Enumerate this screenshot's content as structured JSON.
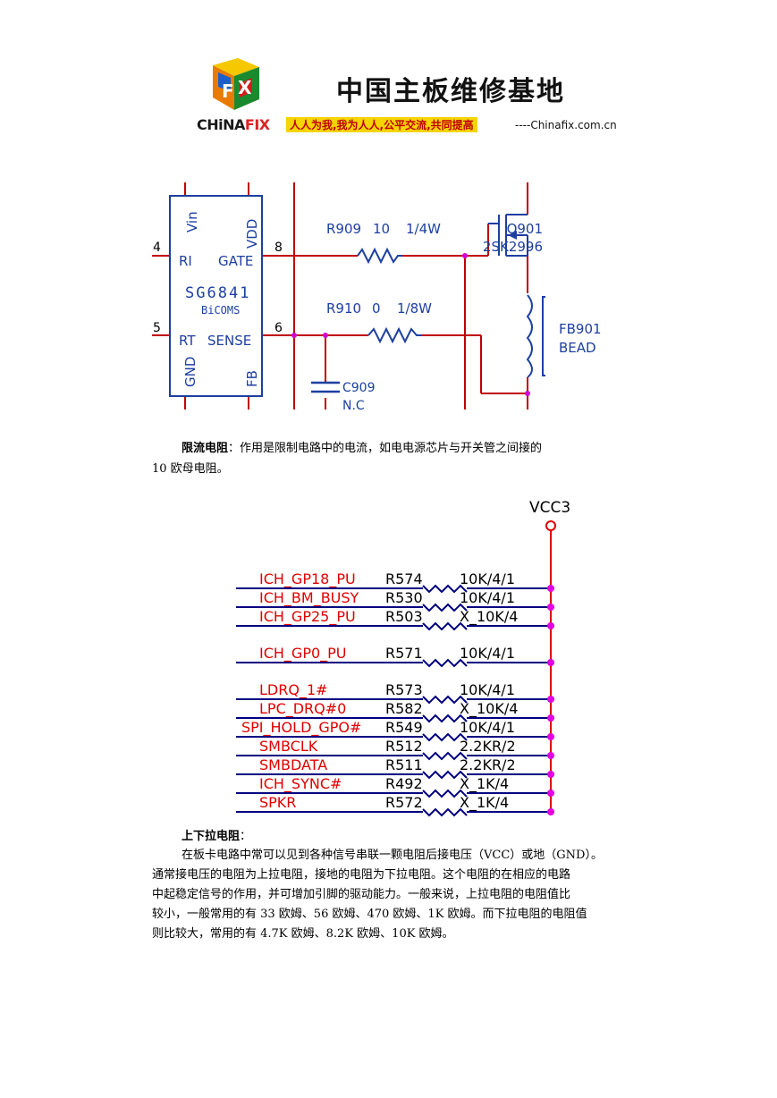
{
  "header": {
    "logo_icon": "chinafix-cube-logo-icon",
    "title": "中国主板维修基地",
    "brand": "CHiNAFIX",
    "brand_a": "CHiNA",
    "brand_b": "FIX",
    "slogan": "人人为我,我为人人,公平交流,共同提高",
    "site": "----Chinafix.com.cn"
  },
  "schematic1": {
    "ic_part": "SG6841",
    "ic_sub": "BiCOMS",
    "pins": {
      "vin": "Vin",
      "vdd": "VDD",
      "ri": "RI",
      "gate": "GATE",
      "rt": "RT",
      "sense": "SENSE",
      "gnd": "GND",
      "fb": "FB"
    },
    "pin_numbers": {
      "p4": "4",
      "p5": "5",
      "p8": "8",
      "p6": "6"
    },
    "r909": {
      "ref": "R909",
      "value": "10",
      "power": "1/4W"
    },
    "r910": {
      "ref": "R910",
      "value": "0",
      "power": "1/8W"
    },
    "c909": {
      "ref": "C909",
      "value": "N.C"
    },
    "q901": {
      "ref": "Q901",
      "part": "2SK2996"
    },
    "fb901": {
      "ref": "FB901",
      "part": "BEAD"
    },
    "colors": {
      "wire": "#c00000",
      "part": "#1e3fa0",
      "junction": "#d000d0"
    }
  },
  "para1": {
    "term": "限流电阻",
    "body": "：作用是限制电路中的电流，如电电源芯片与开关管之间接的",
    "cont": "10 欧母电阻。"
  },
  "schematic2": {
    "rail": "VCC3",
    "rows": [
      {
        "net": "ICH_GP18_PU",
        "ref": "R574",
        "value": "10K/4/1"
      },
      {
        "net": "ICH_BM_BUSY",
        "ref": "R530",
        "value": "10K/4/1"
      },
      {
        "net": "ICH_GP25_PU",
        "ref": "R503",
        "value": "X_10K/4"
      },
      {
        "net": "ICH_GP0_PU",
        "ref": "R571",
        "value": "10K/4/1"
      },
      {
        "net": "LDRQ_1#",
        "ref": "R573",
        "value": "10K/4/1"
      },
      {
        "net": "LPC_DRQ#0",
        "ref": "R582",
        "value": "X_10K/4"
      },
      {
        "net": "SPI_HOLD_GPO#",
        "ref": "R549",
        "value": "10K/4/1"
      },
      {
        "net": "SMBCLK",
        "ref": "R512",
        "value": "2.2KR/2"
      },
      {
        "net": "SMBDATA",
        "ref": "R511",
        "value": "2.2KR/2"
      },
      {
        "net": "ICH_SYNC#",
        "ref": "R492",
        "value": "X_1K/4"
      },
      {
        "net": "SPKR",
        "ref": "R572",
        "value": "X_1K/4"
      }
    ],
    "colors": {
      "net_text": "#e00000",
      "wire": "#000080",
      "junction": "#e000e0"
    }
  },
  "para2": {
    "heading": "上下拉电阻",
    "heading_colon": "：",
    "lines": [
      "在板卡电路中常可以见到各种信号串联一颗电阻后接电压（VCC）或地（GND）。",
      "通常接电压的电阻为上拉电阻，接地的电阻为下拉电阻。这个电阻的在相应的电路",
      "中起稳定信号的作用，并可增加引脚的驱动能力。一般来说，上拉电阻的电阻值比",
      "较小，一般常用的有 33 欧姆、56 欧姆、470 欧姆、1K 欧姆。而下拉电阻的电阻值",
      "则比较大，常用的有 4.7K 欧姆、8.2K 欧姆、10K 欧姆。"
    ]
  }
}
